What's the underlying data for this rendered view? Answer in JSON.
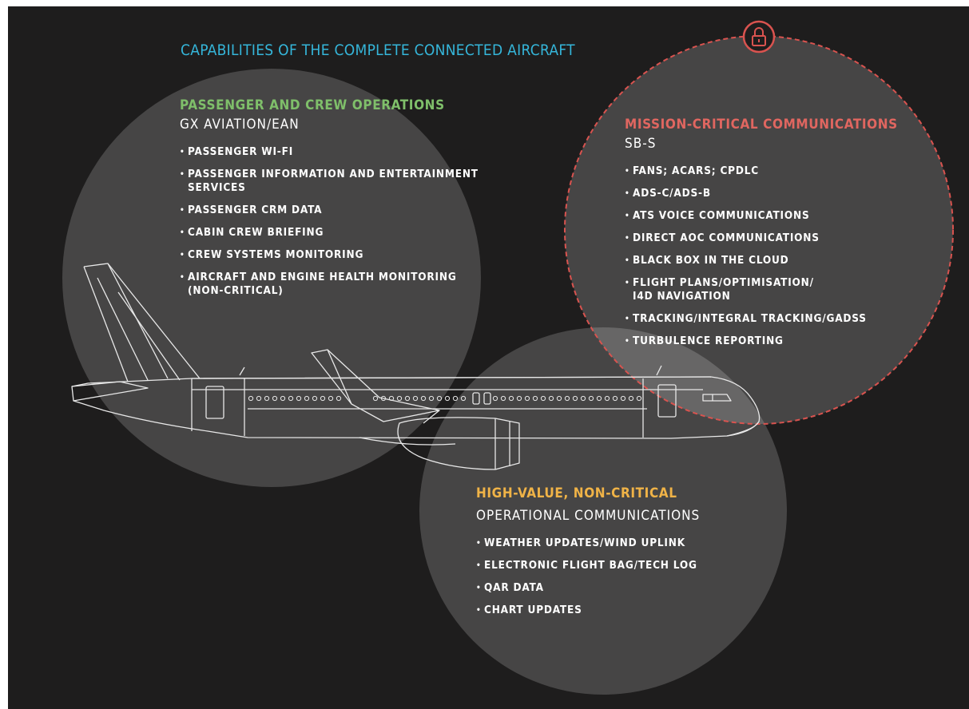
{
  "title": "CAPABILITIES OF THE COMPLETE CONNECTED AIRCRAFT",
  "colors": {
    "background": "#1e1d1d",
    "title": "#35b6da",
    "passenger_heading": "#7fbf6a",
    "mission_heading": "#e06660",
    "highvalue_heading": "#f0b347",
    "mission_border": "#d9534f"
  },
  "passenger": {
    "heading": "PASSENGER AND CREW OPERATIONS",
    "subheading": "GX AVIATION/EAN",
    "items": [
      "PASSENGER WI-FI",
      "PASSENGER INFORMATION AND ENTERTAINMENT\nSERVICES",
      "PASSENGER CRM DATA",
      "CABIN CREW BRIEFING",
      "CREW SYSTEMS MONITORING",
      "AIRCRAFT AND ENGINE HEALTH MONITORING\n(NON-CRITICAL)"
    ]
  },
  "mission": {
    "heading": "MISSION-CRITICAL COMMUNICATIONS",
    "subheading": "SB-S",
    "icon": "padlock-icon",
    "items": [
      "FANS; ACARS; CPDLC",
      "ADS-C/ADS-B",
      "ATS VOICE COMMUNICATIONS",
      "DIRECT AOC COMMUNICATIONS",
      "BLACK BOX IN THE CLOUD",
      "FLIGHT PLANS/OPTIMISATION/\nI4D NAVIGATION",
      "TRACKING/INTEGRAL TRACKING/GADSS",
      "TURBULENCE REPORTING"
    ]
  },
  "highvalue": {
    "heading": "HIGH-VALUE, NON-CRITICAL",
    "subheading": "OPERATIONAL COMMUNICATIONS",
    "items": [
      "WEATHER UPDATES/WIND UPLINK",
      "ELECTRONIC FLIGHT BAG/TECH LOG",
      "QAR DATA",
      "CHART UPDATES"
    ]
  },
  "airplane_icon": "airliner-outline-icon"
}
